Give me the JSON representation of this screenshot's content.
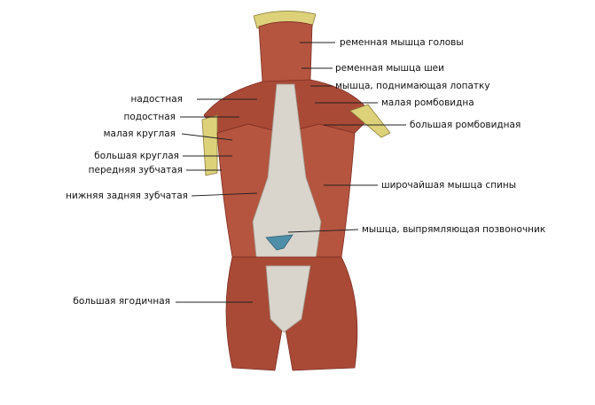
{
  "diagram": {
    "colors": {
      "muscle": "#b5553f",
      "muscle_dark": "#7d2d22",
      "tendon": "#d9d4cc",
      "bone": "#ddd27a",
      "cartilage": "#4e8ea8",
      "leader": "#222222"
    },
    "labels_left": [
      {
        "id": "supraspinatus",
        "text": "надостная"
      },
      {
        "id": "infraspinatus",
        "text": "подостная"
      },
      {
        "id": "teres-minor",
        "text": "малая круглая"
      },
      {
        "id": "teres-major",
        "text": "большая круглая"
      },
      {
        "id": "serratus-anterior",
        "text": "передняя зубчатая"
      },
      {
        "id": "serratus-posterior-inferior",
        "text": "нижняя задняя зубчатая"
      },
      {
        "id": "gluteus-maximus",
        "text": "большая ягодичная"
      }
    ],
    "labels_right": [
      {
        "id": "splenius-capitis",
        "text": "ременная мышца головы"
      },
      {
        "id": "splenius-cervicis",
        "text": "ременная мышца шеи"
      },
      {
        "id": "levator-scapulae",
        "text": "мышца, поднимающая лопатку"
      },
      {
        "id": "rhomboid-minor",
        "text": "малая ромбовидна"
      },
      {
        "id": "rhomboid-major",
        "text": "большая ромбовидная"
      },
      {
        "id": "latissimus-dorsi",
        "text": "широчайшая мышца спины"
      },
      {
        "id": "erector-spinae",
        "text": "мышца, выпрямляющая позвоночник"
      }
    ]
  }
}
